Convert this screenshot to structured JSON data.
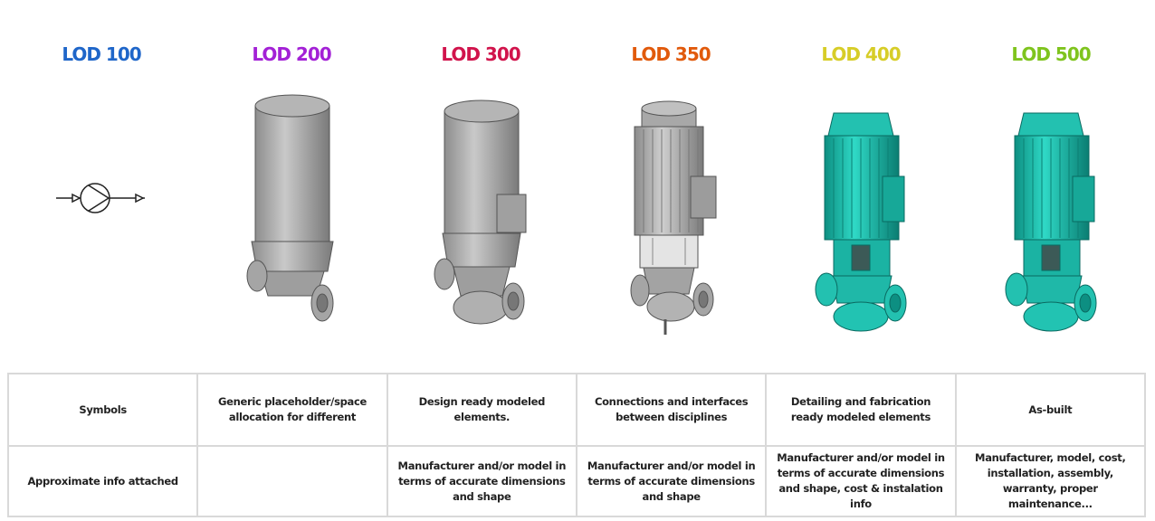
{
  "headings": [
    {
      "label": "LOD 100",
      "color": "#1f66c9"
    },
    {
      "label": "LOD 200",
      "color": "#a321d6"
    },
    {
      "label": "LOD 300",
      "color": "#d1144c"
    },
    {
      "label": "LOD 350",
      "color": "#e15a0c"
    },
    {
      "label": "LOD 400",
      "color": "#d7cd28"
    },
    {
      "label": "LOD 500",
      "color": "#7fc41e"
    }
  ],
  "colors": {
    "grey_model": "#b9b9b9",
    "teal_model": "#1fc9b7",
    "table_border": "#d9d9d9"
  },
  "table": {
    "rows": [
      {
        "label": "Symbols",
        "cells": [
          "Generic placeholder/space allocation for different",
          "Design ready modeled elements.",
          "Connections and interfaces between disciplines",
          "Detailing and fabrication ready modeled elements",
          "As-built"
        ]
      },
      {
        "label": "Approximate info attached",
        "cells": [
          "",
          "Manufacturer and/or model in terms of accurate dimensions and shape",
          "Manufacturer and/or model in terms of accurate dimensions and shape",
          "Manufacturer and/or model in terms of accurate dimensions and shape, cost & instalation info",
          "Manufacturer, model, cost, installation, assembly, warranty, proper maintenance..."
        ]
      }
    ]
  }
}
